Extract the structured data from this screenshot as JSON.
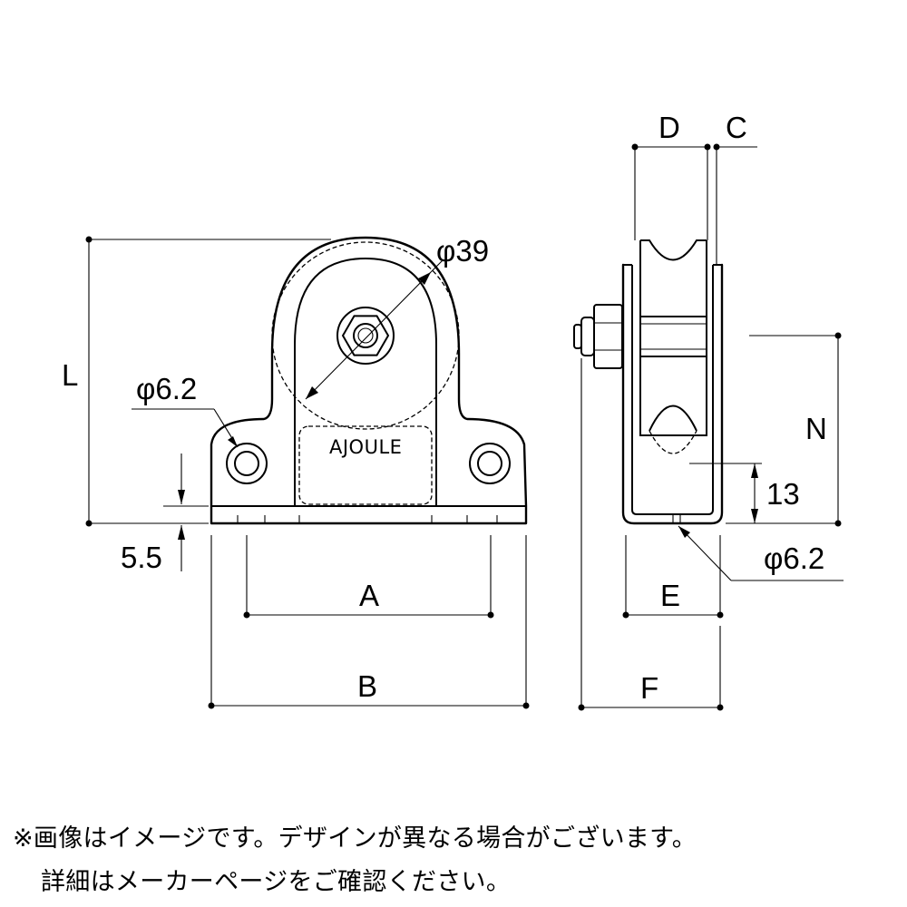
{
  "labels": {
    "L": "L",
    "A": "A",
    "B": "B",
    "C": "C",
    "D": "D",
    "E": "E",
    "F": "F",
    "N": "N",
    "dia_wheel": "φ39",
    "dia_hole_front": "φ6.2",
    "dia_hole_side": "φ6.2",
    "base_thickness": "5.5",
    "hole_height": "13"
  },
  "logo": "AJOULE",
  "note": {
    "line1": "※画像はイメージです。デザインが異なる場合がございます。",
    "line2": "詳細はメーカーページをご確認ください。"
  }
}
